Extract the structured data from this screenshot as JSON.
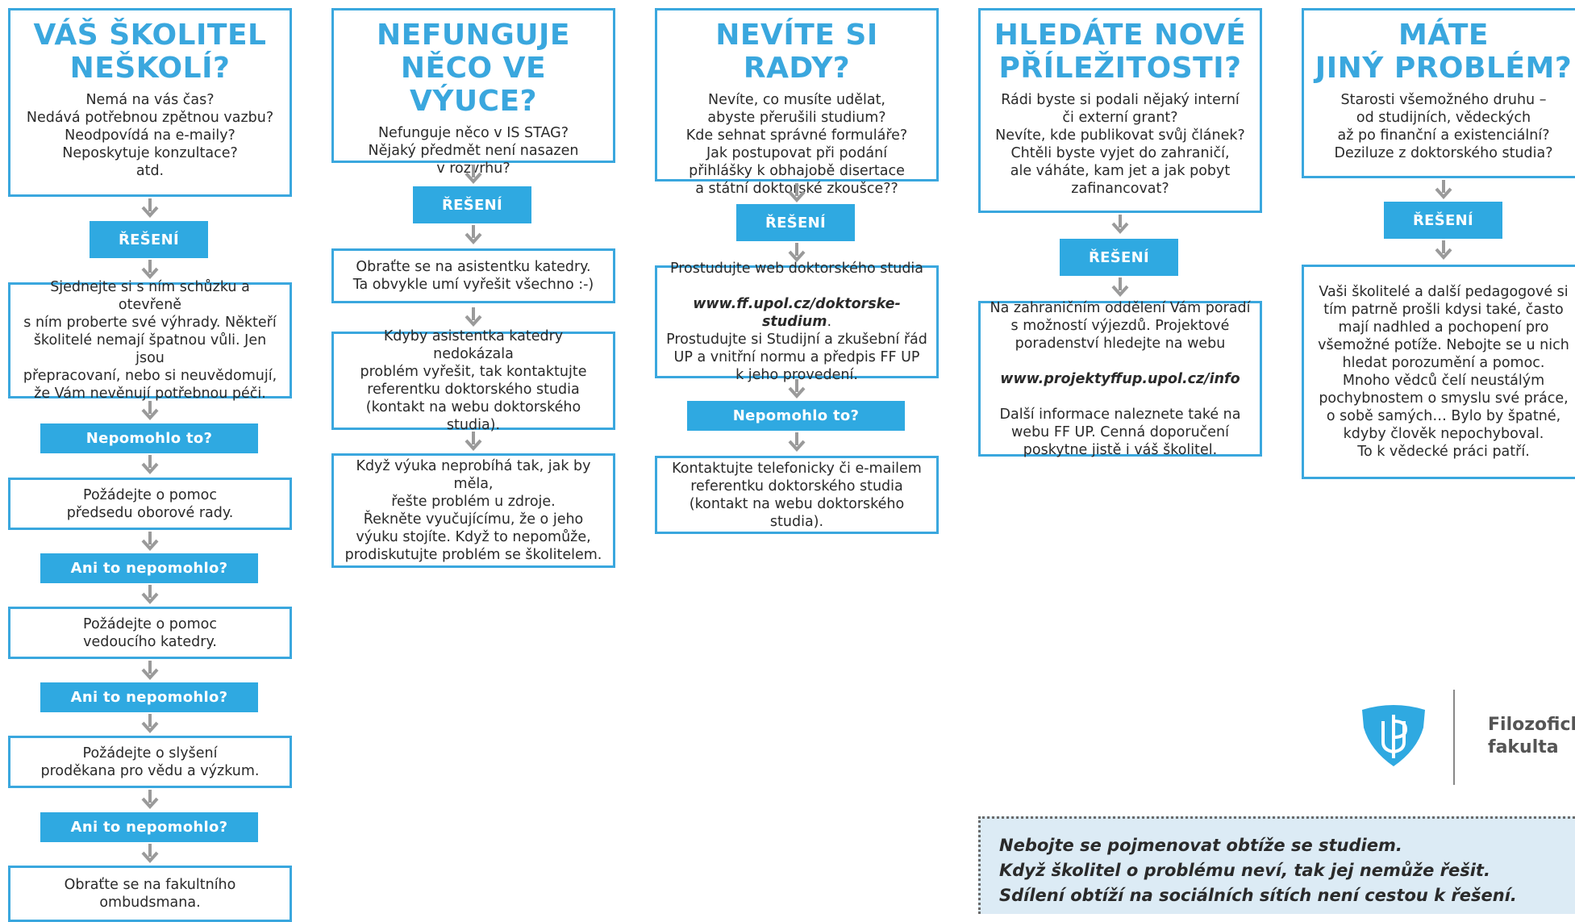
{
  "colors": {
    "accent": "#3aa7de",
    "label_bg": "#2fa9e1",
    "arrow": "#9a9a9a",
    "footer_bg": "#dcebf5"
  },
  "columns": [
    {
      "title": "VÁŠ ŠKOLITEL\nNEŠKOLÍ?",
      "question": "Nemá na vás čas?\nNedává potřebnou zpětnou vazbu?\nNeodpovídá na e-maily?\nNeposkytuje konzultace?\natd.",
      "solution_label": "ŘEŠENÍ",
      "steps": [
        "Sjednejte si s ním schůzku a otevřeně\ns ním proberte své výhrady. Někteří\nškolitelé nemají špatnou vůli. Jen jsou\npřepracovaní, nebo si neuvědomují,\nže Vám nevěnují potřebnou péči.",
        "Požádejte o pomoc\npředsedu oborové rady.",
        "Požádejte o pomoc\nvedoucího katedry.",
        "Požádejte o slyšení\nproděkana pro vědu a výzkum.",
        "Obraťte se na fakultního\nombudsmana."
      ],
      "labels": [
        "Nepomohlo to?",
        "Ani to nepomohlo?",
        "Ani to nepomohlo?",
        "Ani to nepomohlo?"
      ]
    },
    {
      "title": "NEFUNGUJE\nNĚCO VE VÝUCE?",
      "question": "Nefunguje něco v IS STAG?\nNějaký předmět není nasazen\nv rozvrhu?",
      "solution_label": "ŘEŠENÍ",
      "steps": [
        "Obraťte se na asistentku katedry.\nTa obvykle umí vyřešit všechno :-)",
        "Kdyby asistentka katedry nedokázala\nproblém vyřešit, tak kontaktujte\nreferentku doktorského studia\n(kontakt na webu doktorského studia).",
        "Když výuka neprobíhá tak, jak by měla,\nřešte problém u zdroje.\nŘekněte vyučujícímu, že o jeho\nvýuku stojíte. Když to nepomůže,\nprodiskutujte problém se školitelem."
      ]
    },
    {
      "title": "NEVÍTE SI RADY?",
      "question": "Nevíte, co musíte udělat,\nabyste přerušili studium?\nKde sehnat správné formuláře?\nJak postupovat při podání\npřihlášky k obhajobě disertace\na státní doktorské zkoušce??",
      "solution_label": "ŘEŠENÍ",
      "step1_a": "Prostudujte web doktorského studia",
      "step1_link": "www.ff.upol.cz/doktorske-studium",
      "step1_b": ".\nProstudujte si Studijní a zkušební řád\nUP a vnitřní normu a předpis FF UP\nk jeho provedení.",
      "label2": "Nepomohlo to?",
      "step2": "Kontaktujte telefonicky či e-mailem\nreferentku doktorského studia\n(kontakt na webu doktorského studia)."
    },
    {
      "title": "HLEDÁTE NOVÉ\nPŘÍLEŽITOSTI?",
      "question": "Rádi byste si podali nějaký interní\nči externí grant?\nNevíte, kde publikovat svůj článek?\nChtěli byste vyjet do zahraničí,\nale váháte, kam jet a jak pobyt\nzafinancovat?",
      "solution_label": "ŘEŠENÍ",
      "step1_a": "Na zahraničním oddělení Vám poradí\ns možností výjezdů. Projektové\nporadenství hledejte na webu",
      "step1_link": "www.projektyffup.upol.cz/info",
      "step1_b": "Další informace naleznete také na\nwebu FF UP. Cenná doporučení\nposkytne jistě i váš školitel."
    },
    {
      "title": "MÁTE\nJINÝ PROBLÉM?",
      "question": "Starosti všemožného druhu –\nod studijních, vědeckých\naž po finanční a existenciální?\nDeziluze z doktorského studia?",
      "solution_label": "ŘEŠENÍ",
      "step1": "Vaši školitelé a další pedagogové si\ntím patrně prošli kdysi také, často\nmají nadhled a pochopení pro\nvšemožné potíže. Nebojte se u nich\nhledat porozumění a pomoc.\nMnoho vědců čelí neustálým\npochybnostem o smyslu své práce,\no sobě samých… Bylo by špatné,\nkdyby člověk nepochyboval.\nTo k vědecké práci patří."
    }
  ],
  "logo": {
    "line1": "Filozofick",
    "line2": "fakulta"
  },
  "footer": [
    "Nebojte se pojmenovat obtíže se studiem.",
    "Když školitel o problému neví, tak jej nemůže řešit.",
    "Sdílení obtíží na sociálních sítích není cestou k řešení."
  ]
}
